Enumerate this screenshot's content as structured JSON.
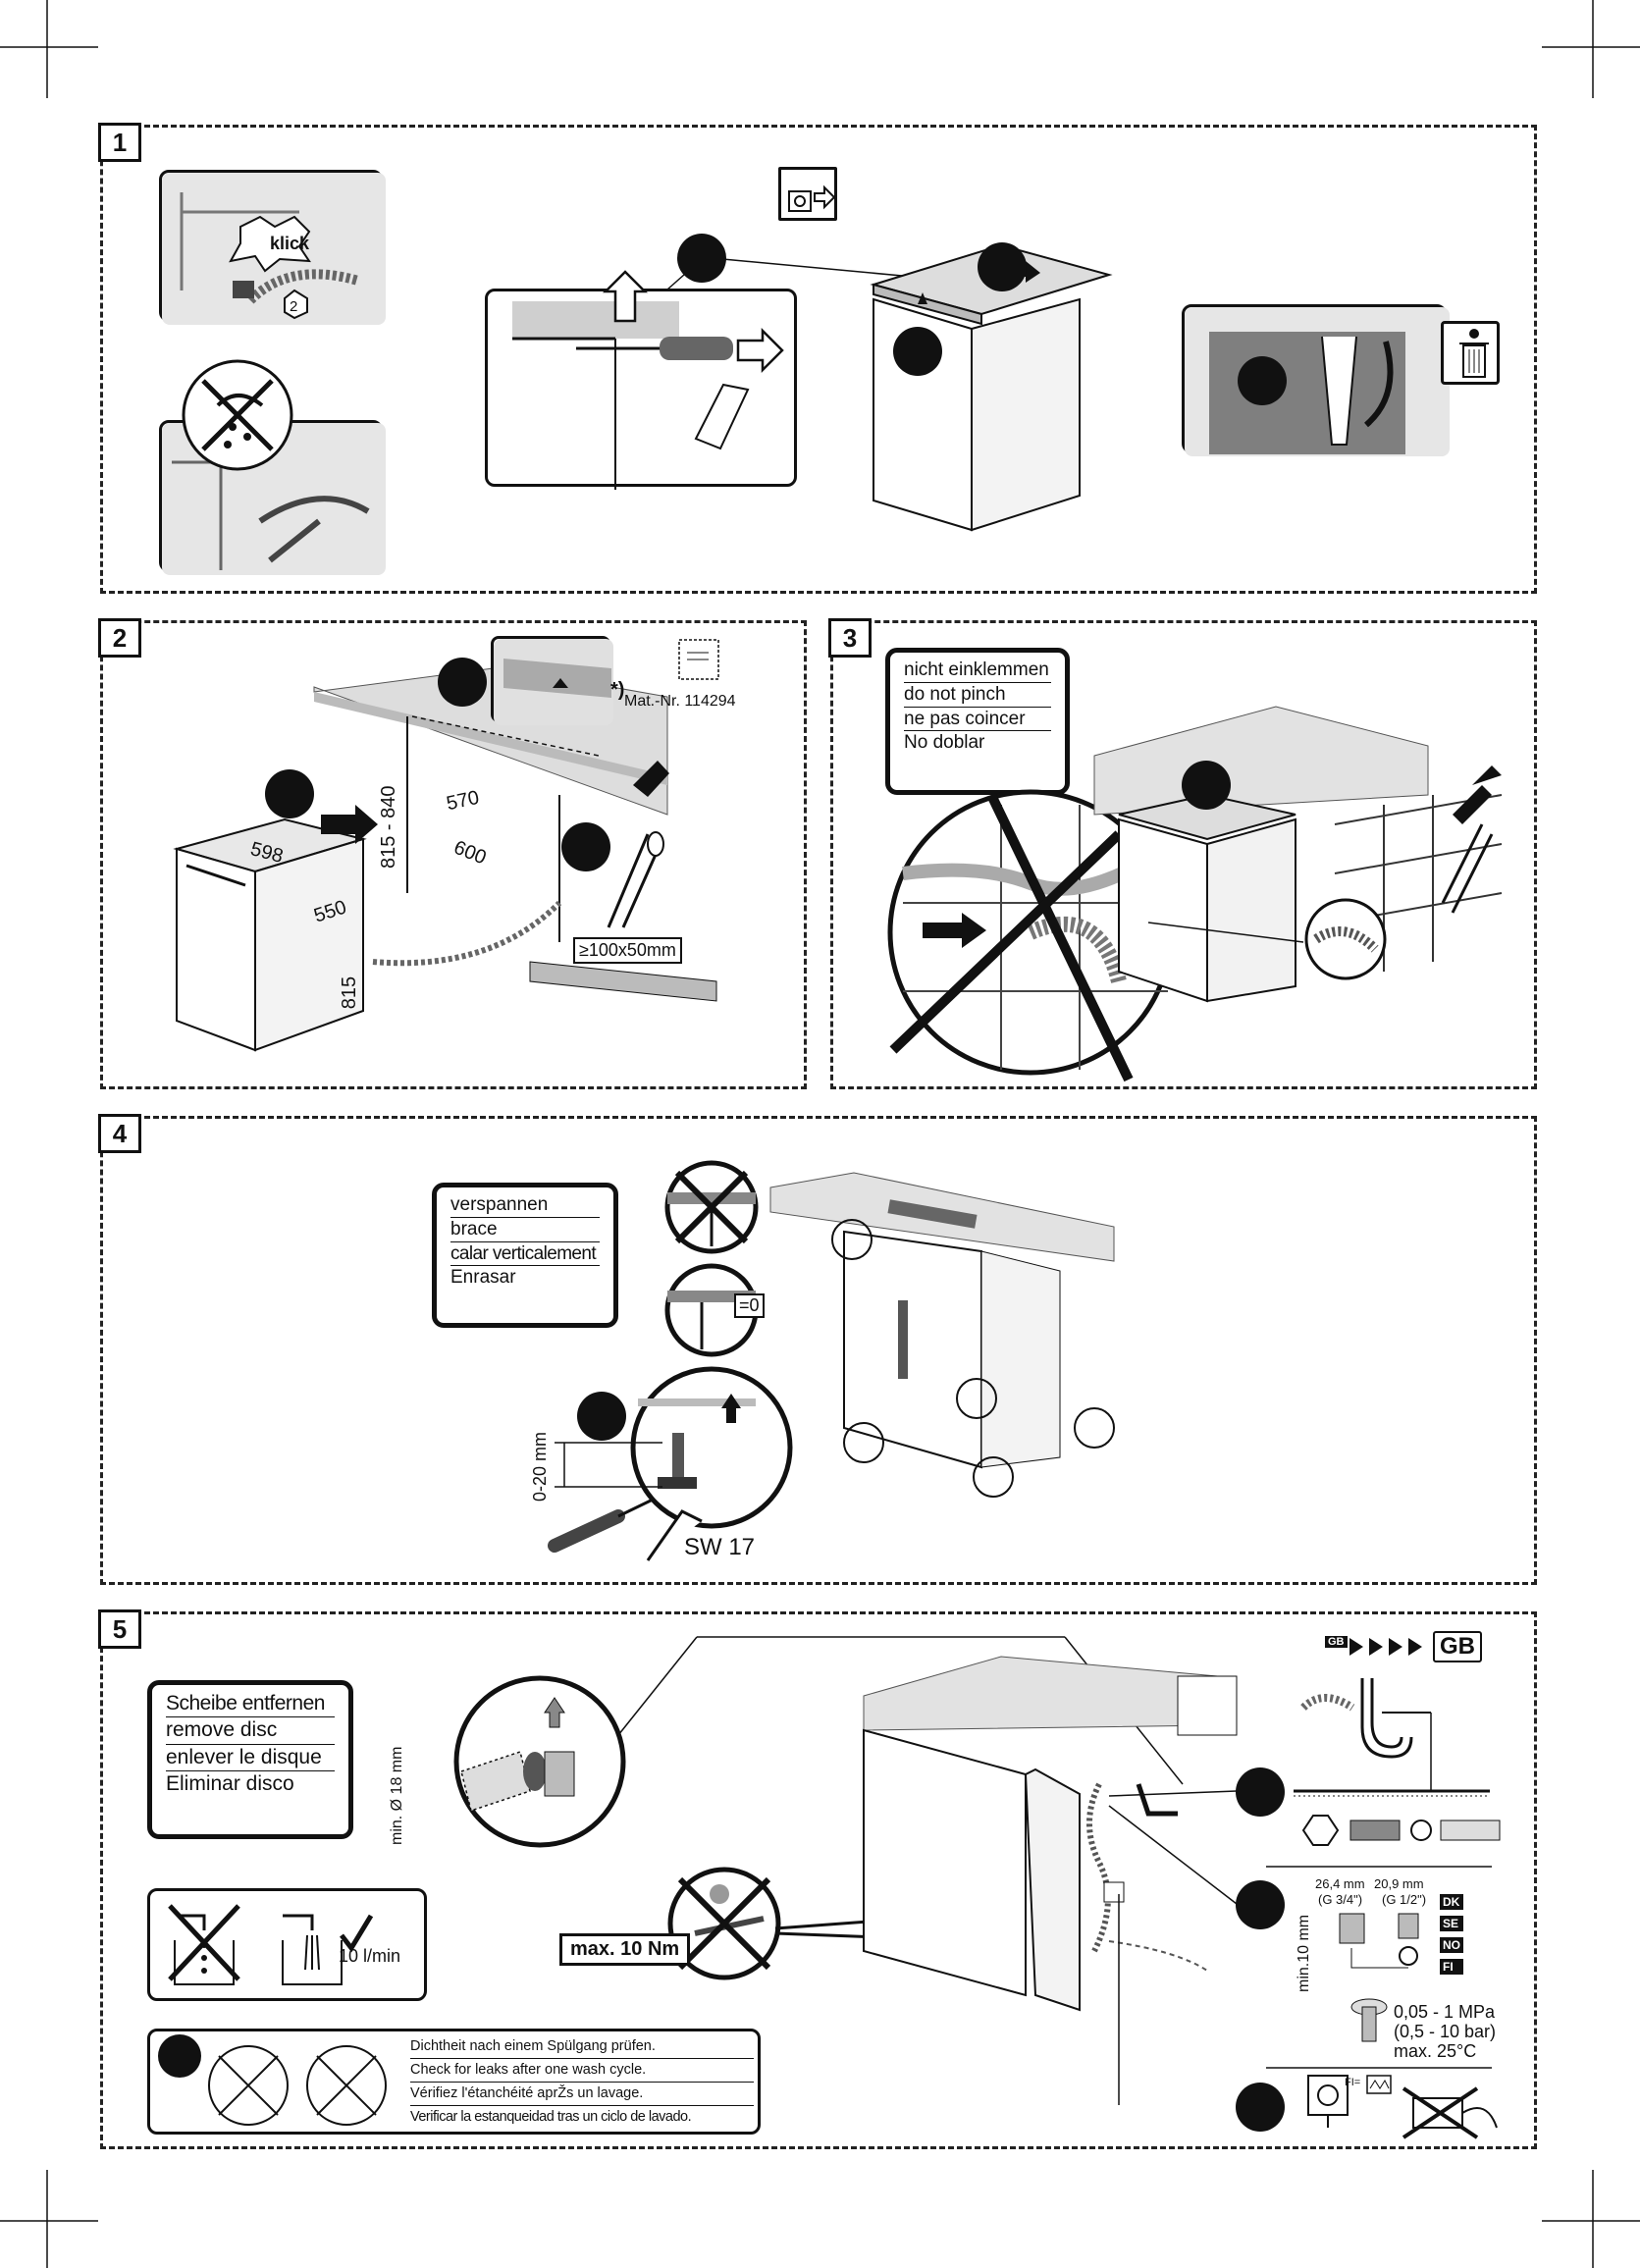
{
  "steps": {
    "s1": "1",
    "s2": "2",
    "s3": "3",
    "s4": "4",
    "s5": "5"
  },
  "panel1": {
    "klick": "klick",
    "badge": "2"
  },
  "panel2": {
    "mat_prefix": "*)",
    "mat_nr": "Mat.-Nr. 114294",
    "dim_height_range": "815 - 840",
    "dim_570": "570",
    "dim_600": "600",
    "dim_598": "598",
    "dim_550": "550",
    "dim_815": "815",
    "dim_hole": "≥100x50mm"
  },
  "panel3": {
    "labels": [
      "nicht einklemmen",
      "do not pinch",
      "ne pas coincer",
      "No doblar"
    ]
  },
  "panel4": {
    "labels": [
      "verspannen",
      "brace",
      "calar verticalement",
      "Enrasar"
    ],
    "dim_adjust": "0-20 mm",
    "wrench": "SW 17",
    "gap": "=0"
  },
  "panel5": {
    "labels": [
      "Scheibe entfernen",
      "remove disc",
      "enlever le disque",
      "Eliminar disco"
    ],
    "hose_dia": "min. Ø 18 mm",
    "flow": "10 l/min",
    "torque": "max. 10 Nm",
    "leak_check": [
      "Dichtheit nach einem Spülgang prüfen.",
      "Check for leaks after one wash cycle.",
      "Vérifiez l'étanchéité aprŽs un lavage.",
      "Verificar la estanqueidad tras un ciclo de lavado."
    ],
    "gb_small": "GB",
    "gb_big": "GB",
    "thread_a": "26,4 mm",
    "thread_a2": "(G 3/4\")",
    "thread_b": "20,9 mm",
    "thread_b2": "(G 1/2\")",
    "min_height": "min.10 mm",
    "countries": [
      "DK",
      "SE",
      "NO",
      "FI"
    ],
    "pressure1": "0,05 - 1 MPa",
    "pressure2": "(0,5 - 10 bar)",
    "temp": "max. 25°C",
    "fi": "FI="
  }
}
